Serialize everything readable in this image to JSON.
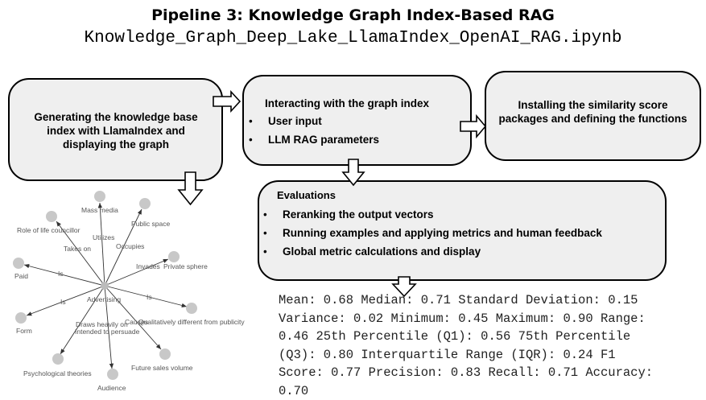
{
  "header": {
    "title": "Pipeline 3: Knowledge Graph Index-Based RAG",
    "subtitle": "Knowledge_Graph_Deep_Lake_LlamaIndex_OpenAI_RAG.ipynb"
  },
  "boxes": {
    "generate": {
      "text": "Generating the knowledge base index with LlamaIndex and displaying the graph"
    },
    "interact": {
      "heading": "Interacting with the graph index",
      "bullets": [
        "User input",
        "LLM RAG parameters"
      ]
    },
    "install": {
      "text": "Installing the similarity score packages and defining the functions"
    },
    "evaluations": {
      "heading": "Evaluations",
      "bullets": [
        "Reranking the output vectors",
        "Running examples and applying metrics and human feedback",
        "Global metric calculations and display"
      ]
    }
  },
  "bullet_symbol": "•",
  "graph": {
    "center_label": "Advertising",
    "nodes": [
      "Mass media",
      "Public space",
      "Role of life councillor",
      "Private sphere",
      "Paid",
      "Qualitatively different from publicity",
      "Form",
      "Psychological theories",
      "Audience",
      "Future sales volume"
    ],
    "edge_labels": [
      "Utilizes",
      "Occupies",
      "Takes on",
      "Invades",
      "Is",
      "Is",
      "Is",
      "Causes",
      "Draws heavily on",
      "Intended to persuade"
    ]
  },
  "stats_text": "Mean: 0.68 Median: 0.71 Standard Deviation: 0.15 Variance: 0.02 Minimum: 0.45 Maximum: 0.90 Range: 0.46 25th Percentile (Q1): 0.56 75th Percentile (Q3): 0.80 Interquartile Range (IQR): 0.24 F1 Score: 0.77 Precision: 0.83 Recall: 0.71 Accuracy: 0.70",
  "colors": {
    "box_fill": "#efefef",
    "node_fill": "#c8c8c8",
    "edge": "#333333"
  }
}
